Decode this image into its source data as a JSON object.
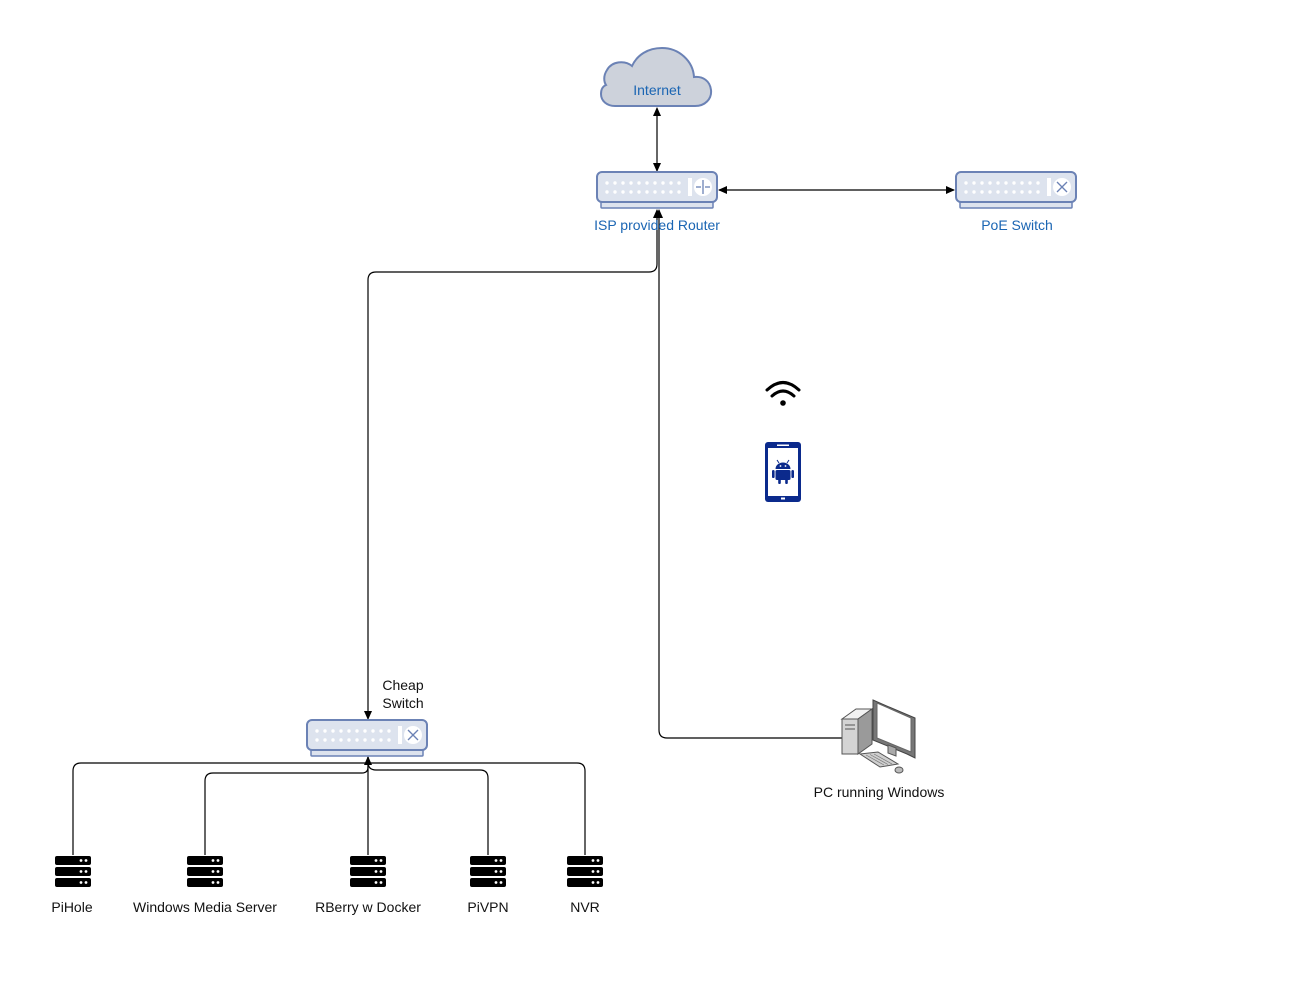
{
  "nodes": {
    "internet": {
      "label": "Internet",
      "icon": "cloud-icon"
    },
    "router": {
      "label": "ISP provided Router",
      "icon": "router-icon"
    },
    "poe_switch": {
      "label": "PoE Switch",
      "icon": "switch-icon"
    },
    "cheap_switch": {
      "label_line1": "Cheap",
      "label_line2": "Switch",
      "icon": "switch-icon"
    },
    "pc": {
      "label": "PC running Windows",
      "icon": "desktop-pc-icon"
    },
    "wifi": {
      "icon": "wifi-icon"
    },
    "phone": {
      "icon": "android-phone-icon"
    },
    "servers": [
      {
        "label": "PiHole",
        "icon": "server-icon"
      },
      {
        "label": "Windows Media Server",
        "icon": "server-icon"
      },
      {
        "label": "RBerry w Docker",
        "icon": "server-icon"
      },
      {
        "label": "PiVPN",
        "icon": "server-icon"
      },
      {
        "label": "NVR",
        "icon": "server-icon"
      }
    ]
  },
  "colors": {
    "device_fill": "#dde3ee",
    "device_stroke": "#6b82b5",
    "cloud_fill": "#cdd2db",
    "label_blue": "#1a65b3",
    "edge": "#000000",
    "phone_blue": "#0b2a8c"
  }
}
